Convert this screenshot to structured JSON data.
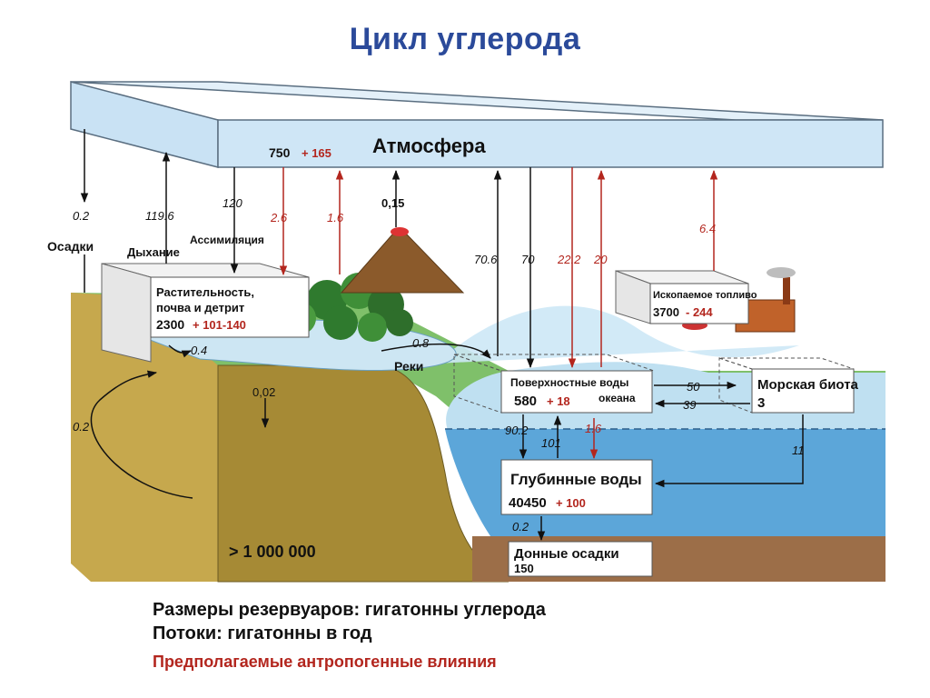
{
  "title": "Цикл углерода",
  "reservoirs": {
    "atmosphere": {
      "label": "Атмосфера",
      "stock": "750",
      "anthro": "+ 165"
    },
    "vegetation": {
      "line1": "Растительность,",
      "line2": "почва и детрит",
      "stock": "2300",
      "anthro": "+ 101-140"
    },
    "fossil": {
      "label": "Ископаемое топливо",
      "stock": "3700",
      "anthro": "- 244"
    },
    "surface": {
      "line1": "Поверхностные воды",
      "line2": "океана",
      "stock": "580",
      "anthro": "+ 18"
    },
    "marine": {
      "label": "Морская биота",
      "stock": "3"
    },
    "deep": {
      "label": "Глубинные воды",
      "stock": "40450",
      "anthro": "+ 100"
    },
    "sediment": {
      "label": "Донные осадки",
      "stock": "150"
    },
    "rocks": {
      "label": "> 1 000 000"
    }
  },
  "labels": {
    "precip": "Осадки",
    "respiration": "Дыхание",
    "assimilation": "Ассимиляция",
    "rivers": "Реки"
  },
  "flows": {
    "precip": "0.2",
    "respiration": "119.6",
    "assimilation": "120",
    "landuse": "2.6",
    "regrowth": "1.6",
    "volcano": "0,15",
    "ocean_up": "70.6",
    "ocean_down": "70",
    "anthro_ocean_down": "22.2",
    "anthro_ocean_up": "20",
    "fossil_emission": "6.4",
    "runoff": "0.4",
    "rivers": "0.8",
    "soil": "0,02",
    "rock_cycle": "0.2",
    "to_biota": "50",
    "from_biota": "39",
    "surface_to_deep": "90.2",
    "deep_to_surface": "101",
    "anthro_deep": "1.6",
    "biota_to_deep": "11",
    "deep_to_sediment": "0.2"
  },
  "legend": {
    "line1": "Размеры резервуаров:  гигатонны углерода",
    "line2": "Потоки: гигатонны в год",
    "line3": "Предполагаемые антропогенные влияния"
  }
}
